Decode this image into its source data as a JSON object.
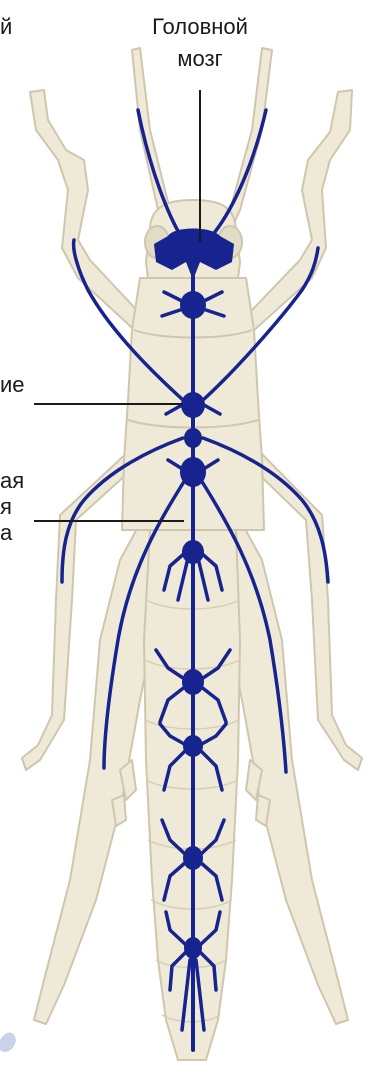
{
  "labels": {
    "top_left_fragment": "й",
    "brain_line1": "Головной",
    "brain_line2": "мозг",
    "left_label1_fragment": "ие",
    "left_label2_line1": "ая",
    "left_label2_line2": "я",
    "left_label2_line3": "а"
  },
  "colors": {
    "background": "#ffffff",
    "body_fill": "#efe9d8",
    "body_stroke": "#cfc6ad",
    "nerve": "#17238f",
    "leader_line": "#1a1a1a"
  }
}
